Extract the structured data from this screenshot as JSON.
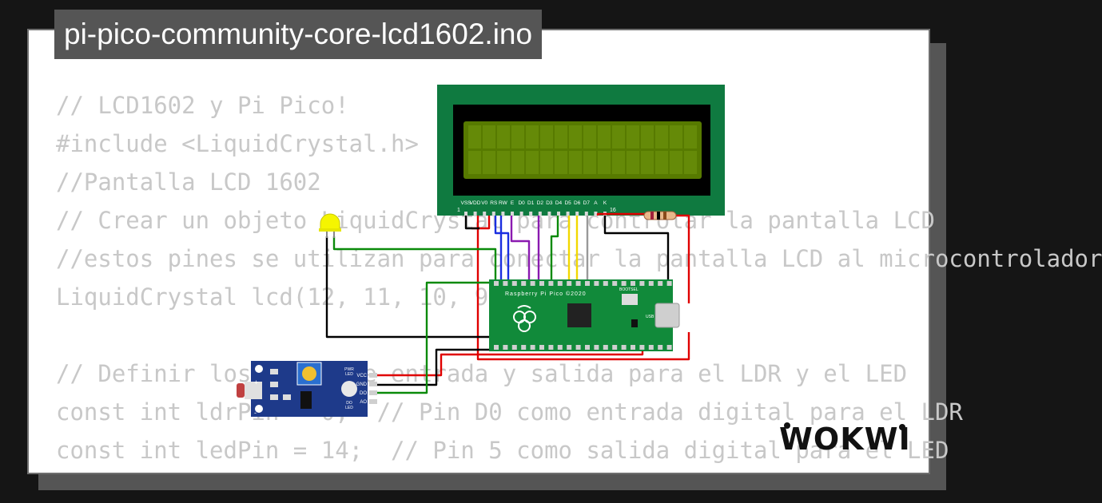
{
  "title": "pi-pico-community-core-lcd1602.ino",
  "code_lines": [
    "// LCD1602 y Pi Pico!",
    "#include <LiquidCrystal.h>",
    "//Pantalla LCD 1602",
    "// Crear un objeto LiquidCrystal para controlar la pantalla LCD",
    "//estos pines se utilizan para conectar la pantalla LCD al microcontrolador",
    "LiquidCrystal lcd(12, 11, 10, 9, 8, 7);",
    "",
    "// Definir los pines de entrada y salida para el LDR y el LED",
    "const int ldrPin = 0;  // Pin D0 como entrada digital para el LDR",
    "const int ledPin = 14;  // Pin 5 como salida digital para el LED"
  ],
  "lcd": {
    "pin_labels": [
      "VSS",
      "VDD",
      "V0",
      "RS",
      "RW",
      "E",
      "D0",
      "D1",
      "D2",
      "D3",
      "D4",
      "D5",
      "D6",
      "D7",
      "A",
      "K"
    ],
    "pin_first": "1",
    "pin_last": "16"
  },
  "pico": {
    "label": "Raspberry Pi Pico ©2020",
    "bootsel": "BOOTSEL",
    "usb": "USB"
  },
  "ldr_module": {
    "right_labels": [
      "VCC",
      "GND",
      "DO",
      "AO"
    ],
    "left_labels": [
      "+",
      "-"
    ],
    "led_labels_top": "PWR\nLED",
    "led_labels_bottom": "DO\nLED"
  },
  "brand": "WOKWI",
  "colors": {
    "lcd_board": "#0f7a40",
    "lcd_screen": "#577a00",
    "pico_board": "#118a3a",
    "ldr_board": "#1e3a8a",
    "led_yellow": "#f5f500",
    "wire_red": "#e00000",
    "wire_black": "#000000",
    "wire_green": "#0a8a0a",
    "wire_blue": "#1a2ee0",
    "wire_purple": "#8a1ab0",
    "wire_yellow": "#f2d800",
    "wire_gray": "#999999"
  }
}
